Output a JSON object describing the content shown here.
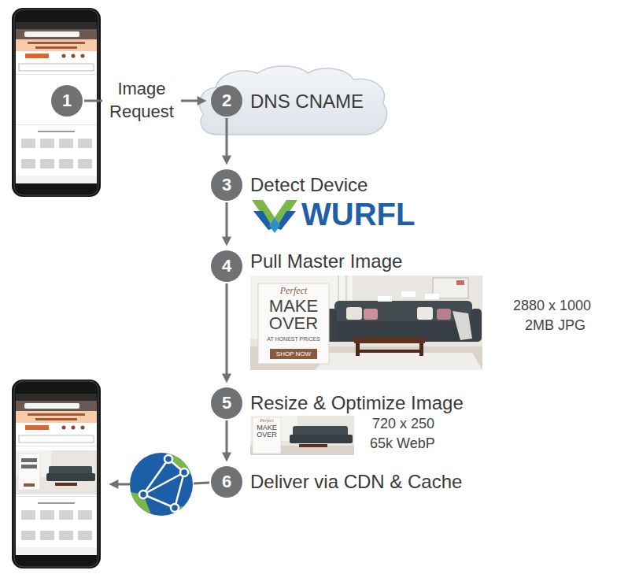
{
  "diagram": {
    "nodes": [
      {
        "text": [
          "1"
        ]
      },
      {
        "text": [
          "DNS CNAME"
        ]
      },
      {
        "text": [
          "2"
        ],
        "in": 1
      },
      {
        "text": [
          "3",
          "Detect Device"
        ]
      },
      {
        "text": [
          "4",
          "Pull Master Image"
        ]
      },
      {
        "text": [
          "5",
          "Resize & Optimize Image"
        ]
      },
      {
        "text": [
          "6",
          "Deliver via CDN & Cache"
        ]
      }
    ],
    "edges": [
      {
        "from": 0,
        "to": 2,
        "label": "Image Request",
        "arrow": "to"
      },
      {
        "from": 2,
        "to": 3,
        "arrow": "to"
      },
      {
        "from": 3,
        "to": 4,
        "arrow": "to"
      },
      {
        "from": 4,
        "to": 5,
        "arrow": "to"
      },
      {
        "from": 5,
        "to": 6,
        "arrow": "to"
      }
    ],
    "labels": [
      "WURFL",
      "Perfect",
      "MAKE OVER",
      "AT HONEST PRICES",
      "SHOP NOW",
      "2880 x 1000",
      "2MB JPG",
      "Perfect",
      "MAKE OVER",
      "720 x 250",
      "65k WebP"
    ]
  }
}
